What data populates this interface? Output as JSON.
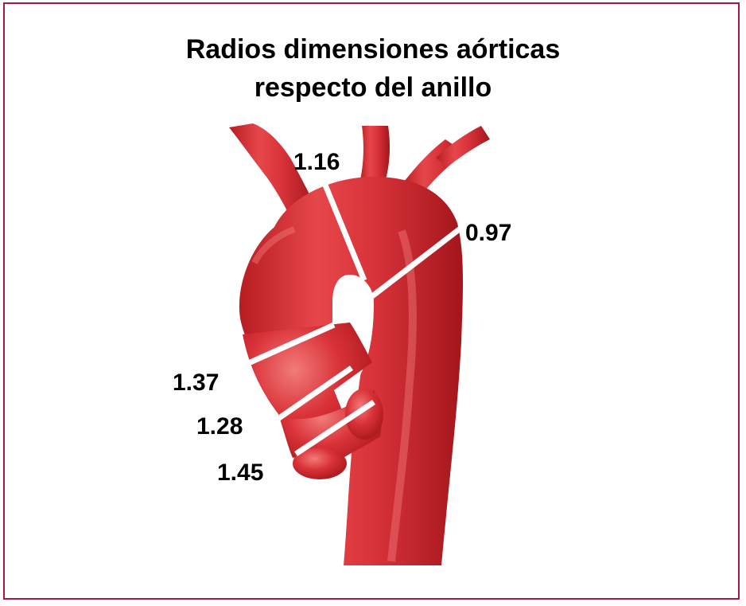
{
  "title": {
    "line1": "Radios dimensiones aórticas",
    "line2": "respecto del anillo"
  },
  "measurements": {
    "arch_top": "1.16",
    "descending": "0.97",
    "ascending": "1.37",
    "sinotubular": "1.28",
    "annulus": "1.45"
  },
  "colors": {
    "border": "#a5164a",
    "aorta": "#d42a33",
    "aorta_dark": "#9e1519",
    "aorta_light": "#f07a78",
    "line": "#ffffff"
  }
}
